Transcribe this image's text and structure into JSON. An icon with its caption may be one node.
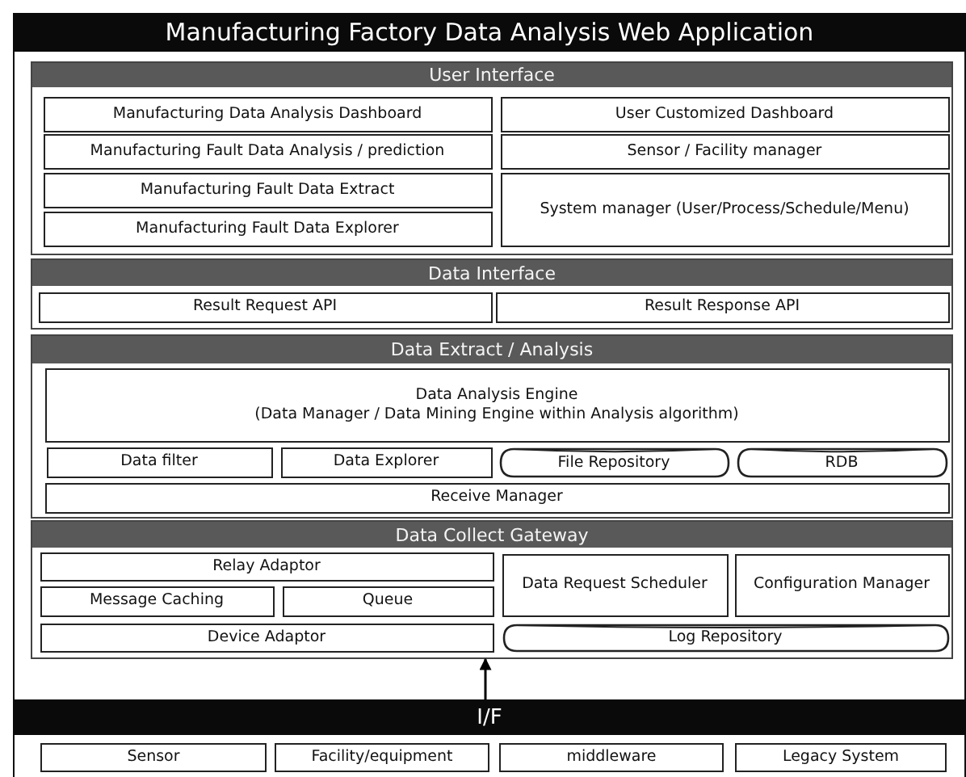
{
  "diagram": {
    "nodes": [
      {
        "text": [
          "Manufacturing Factory Data Analysis Web Application"
        ]
      },
      {
        "text": [
          "User Interface"
        ]
      },
      {
        "text": [
          "Manufacturing Data Analysis Dashboard"
        ],
        "in": 1
      },
      {
        "text": [
          "User Customized Dashboard"
        ],
        "in": 1
      },
      {
        "text": [
          "Manufacturing Fault Data Analysis / prediction"
        ],
        "in": 1
      },
      {
        "text": [
          "Sensor / Facility manager"
        ],
        "in": 1
      },
      {
        "text": [
          "Manufacturing Fault Data Extract"
        ],
        "in": 1
      },
      {
        "text": [
          "System manager (User/Process/Schedule/Menu)"
        ],
        "in": 1
      },
      {
        "text": [
          "Manufacturing Fault Data Explorer"
        ],
        "in": 1
      },
      {
        "text": [
          "Data Interface"
        ]
      },
      {
        "text": [
          "Result Request API"
        ],
        "in": 9
      },
      {
        "text": [
          "Result Response API"
        ],
        "in": 9
      },
      {
        "text": [
          "Data Extract / Analysis"
        ]
      },
      {
        "text": [
          "Data Analysis Engine",
          "(Data Manager / Data Mining Engine within Analysis algorithm)"
        ],
        "in": 12
      },
      {
        "text": [
          "Data filter"
        ],
        "in": 12
      },
      {
        "text": [
          "Data Explorer"
        ],
        "in": 12
      },
      {
        "text": [
          "File Repository"
        ],
        "in": 12
      },
      {
        "text": [
          "RDB"
        ],
        "in": 12
      },
      {
        "text": [
          "Receive Manager"
        ],
        "in": 12
      },
      {
        "text": [
          "Data Collect Gateway"
        ]
      },
      {
        "text": [
          "Relay Adaptor"
        ],
        "in": 19
      },
      {
        "text": [
          "Data Request Scheduler"
        ],
        "in": 19
      },
      {
        "text": [
          "Configuration Manager"
        ],
        "in": 19
      },
      {
        "text": [
          "Message Caching"
        ],
        "in": 19
      },
      {
        "text": [
          "Queue"
        ],
        "in": 19
      },
      {
        "text": [
          "Device Adaptor"
        ],
        "in": 19
      },
      {
        "text": [
          "Log Repository"
        ],
        "in": 19
      },
      {
        "text": [
          "I/F"
        ]
      },
      {
        "text": [
          "Sensor"
        ]
      },
      {
        "text": [
          "Facility/equipment"
        ]
      },
      {
        "text": [
          "middleware"
        ]
      },
      {
        "text": [
          "Legacy System"
        ]
      }
    ],
    "edges": [
      {
        "from": 27,
        "to": 19,
        "arrow": "to"
      }
    ]
  }
}
